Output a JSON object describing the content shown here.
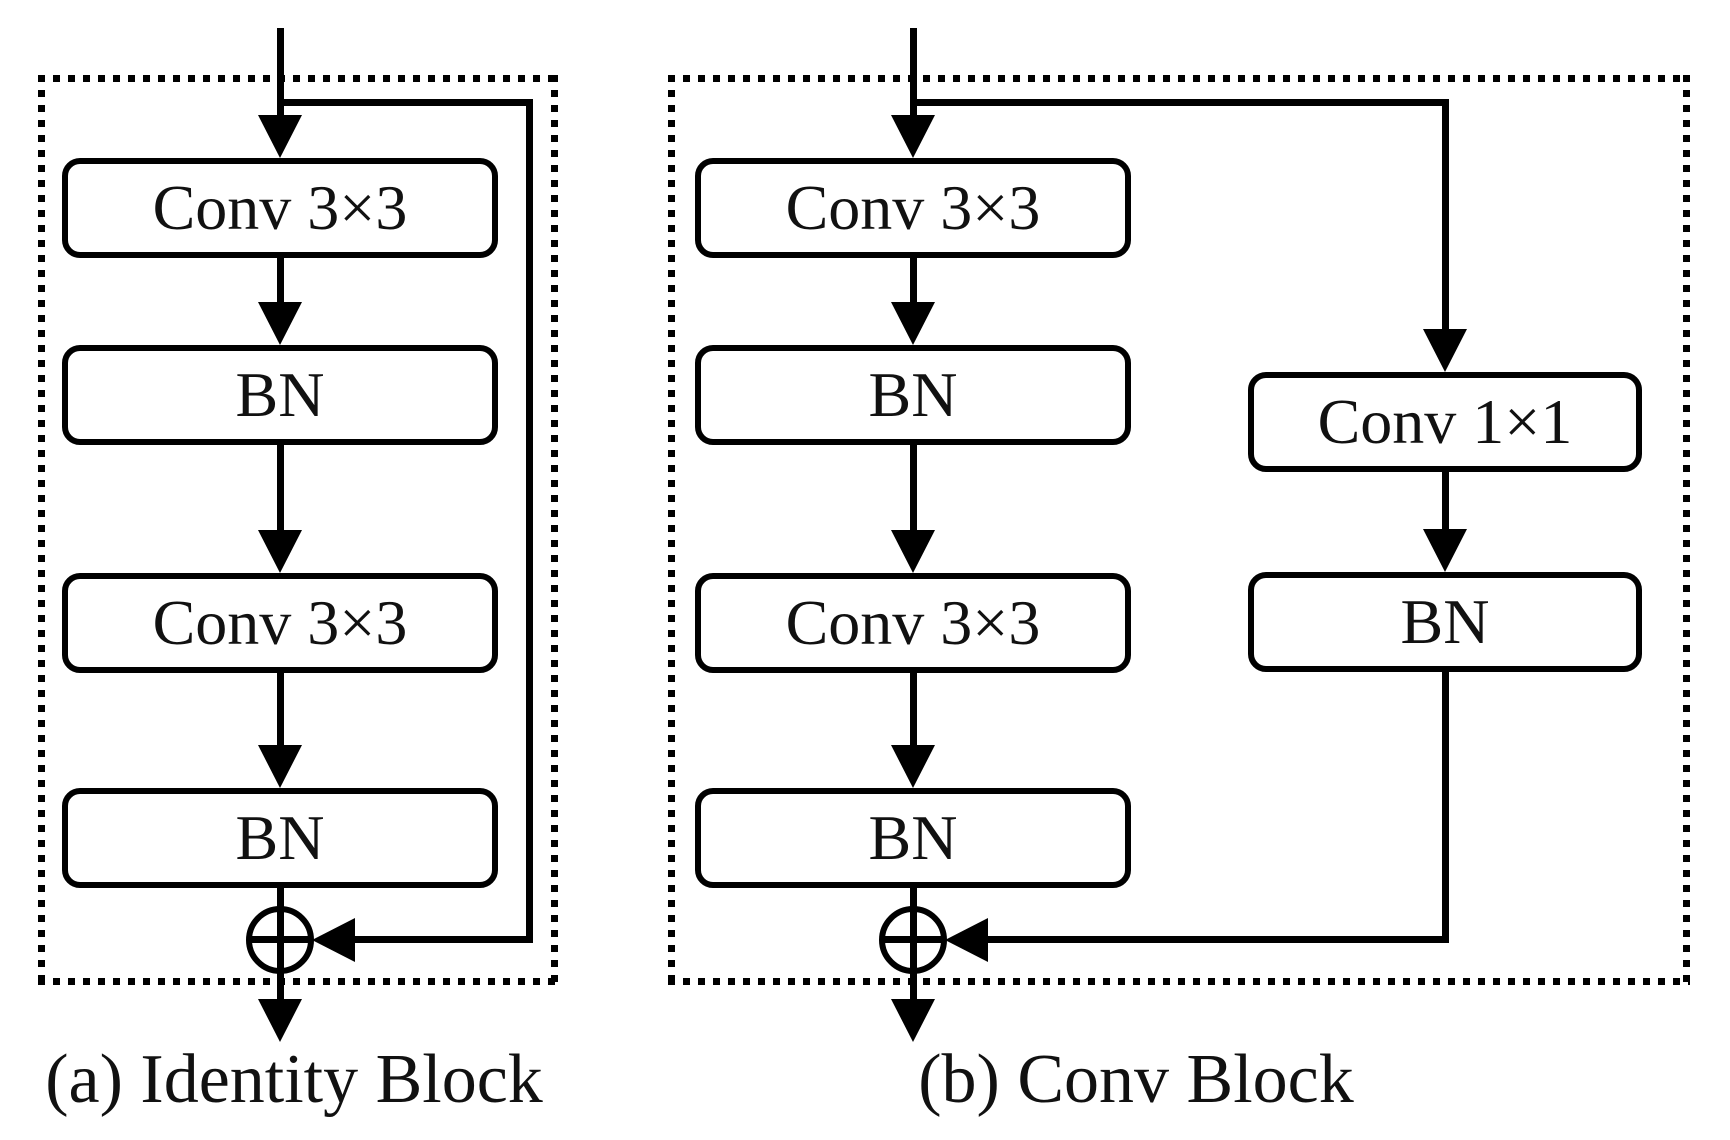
{
  "figure": {
    "background_color": "#ffffff",
    "line_color": "#000000",
    "add_symbol": "⊕",
    "diagram_a": {
      "caption": "(a) Identity Block",
      "main_path": [
        "Conv 3×3",
        "BN",
        "Conv 3×3",
        "BN"
      ]
    },
    "diagram_b": {
      "caption": "(b) Conv Block",
      "main_path": [
        "Conv 3×3",
        "BN",
        "Conv 3×3",
        "BN"
      ],
      "shortcut_path": [
        "Conv 1×1",
        "BN"
      ]
    }
  }
}
